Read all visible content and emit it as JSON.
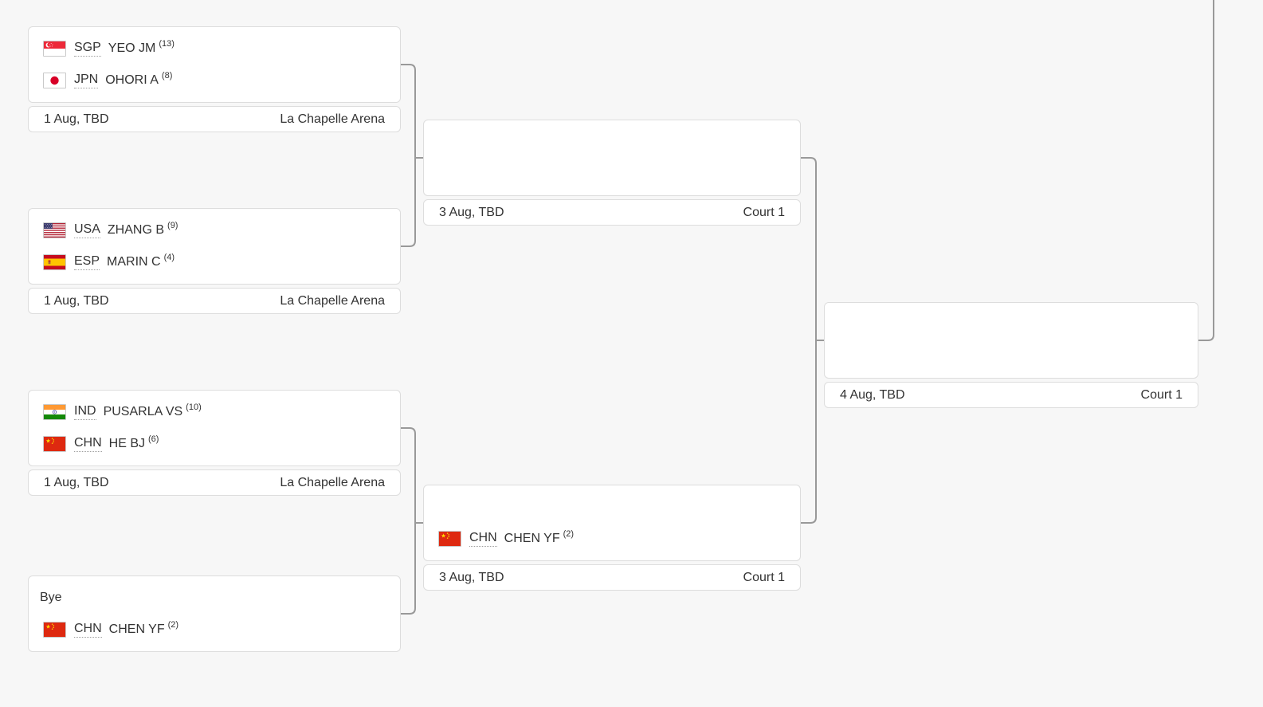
{
  "colors": {
    "background": "#f7f7f7",
    "card_background": "#ffffff",
    "card_border": "#dddddd",
    "connector": "#999999",
    "text": "#333333"
  },
  "matches": {
    "qf1": {
      "p1": {
        "flag": "SGP",
        "code": "SGP",
        "name": "YEO JM",
        "seed": "(13)"
      },
      "p2": {
        "flag": "JPN",
        "code": "JPN",
        "name": "OHORI A",
        "seed": "(8)"
      },
      "date": "1 Aug, TBD",
      "venue": "La Chapelle Arena"
    },
    "qf2": {
      "p1": {
        "flag": "USA",
        "code": "USA",
        "name": "ZHANG B",
        "seed": "(9)"
      },
      "p2": {
        "flag": "ESP",
        "code": "ESP",
        "name": "MARIN C",
        "seed": "(4)"
      },
      "date": "1 Aug, TBD",
      "venue": "La Chapelle Arena"
    },
    "qf3": {
      "p1": {
        "flag": "IND",
        "code": "IND",
        "name": "PUSARLA VS",
        "seed": "(10)"
      },
      "p2": {
        "flag": "CHN",
        "code": "CHN",
        "name": "HE BJ",
        "seed": "(6)"
      },
      "date": "1 Aug, TBD",
      "venue": "La Chapelle Arena"
    },
    "qf4": {
      "bye": "Bye",
      "p2": {
        "flag": "CHN",
        "code": "CHN",
        "name": "CHEN YF",
        "seed": "(2)"
      }
    },
    "sf1": {
      "date": "3 Aug, TBD",
      "venue": "Court 1"
    },
    "sf2": {
      "p2": {
        "flag": "CHN",
        "code": "CHN",
        "name": "CHEN YF",
        "seed": "(2)"
      },
      "date": "3 Aug, TBD",
      "venue": "Court 1"
    },
    "final": {
      "date": "4 Aug, TBD",
      "venue": "Court 1"
    }
  }
}
